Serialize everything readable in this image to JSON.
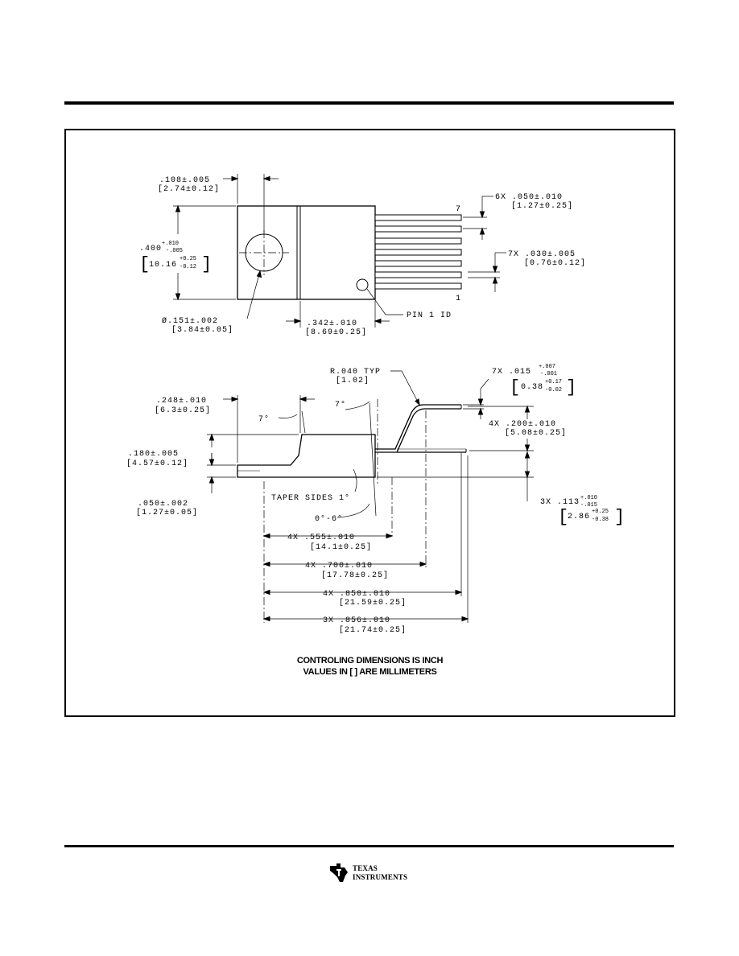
{
  "diagram": {
    "top_view": {
      "dim_108": ".108±.005",
      "dim_108_mm": "[2.74±0.12]",
      "dim_400_main": ".400",
      "dim_400_plus": "+.010",
      "dim_400_minus": "-.005",
      "dim_400_mm_main": "10.16",
      "dim_400_mm_plus": "+0.25",
      "dim_400_mm_minus": "-0.12",
      "dim_hole": "Ø.151±.002",
      "dim_hole_mm": "[3.84±0.05]",
      "dim_342": ".342±.010",
      "dim_342_mm": "[8.69±0.25]",
      "pin1_id": "PIN 1 ID",
      "pin_top_label": "7",
      "pin_bottom_label": "1",
      "dim_pitch": "6X .050±.010",
      "dim_pitch_mm": "[1.27±0.25]",
      "dim_lead_width": "7X .030±.005",
      "dim_lead_width_mm": "[0.76±0.12]"
    },
    "side_view": {
      "radius": "R.040 TYP",
      "radius_mm": "[1.02]",
      "angle_left": "7°",
      "angle_mid": "7°",
      "dim_248": ".248±.010",
      "dim_248_mm": "[6.3±0.25]",
      "dim_180": ".180±.005",
      "dim_180_mm": "[4.57±0.12]",
      "dim_050": ".050±.002",
      "dim_050_mm": "[1.27±0.05]",
      "taper": "TAPER SIDES 1°",
      "angle_range": "0°-6°",
      "dim_thk_main": "7X .015",
      "dim_thk_plus": "+.007",
      "dim_thk_minus": "-.001",
      "dim_thk_mm_main": "0.38",
      "dim_thk_mm_plus": "+0.17",
      "dim_thk_mm_minus": "-0.02",
      "dim_200": "4X .200±.010",
      "dim_200_mm": "[5.08±0.25]",
      "dim_113_main": "3X .113",
      "dim_113_plus": "+.010",
      "dim_113_minus": "-.015",
      "dim_113_mm_main": "2.86",
      "dim_113_mm_plus": "+0.25",
      "dim_113_mm_minus": "-0.38",
      "dim_555": "4X .555±.010",
      "dim_555_mm": "[14.1±0.25]",
      "dim_700": "4X .700±.010",
      "dim_700_mm": "[17.78±0.25]",
      "dim_850": "4X .850±.010",
      "dim_850_mm": "[21.59±0.25]",
      "dim_856": "3X .856±.010",
      "dim_856_mm": "[21.74±0.25]"
    },
    "notes": {
      "line1": "CONTROLING DIMENSIONS IS INCH",
      "line2": "VALUES IN [ ] ARE MILLIMETERS"
    }
  },
  "footer": {
    "logo_line1": "TEXAS",
    "logo_line2": "INSTRUMENTS"
  }
}
